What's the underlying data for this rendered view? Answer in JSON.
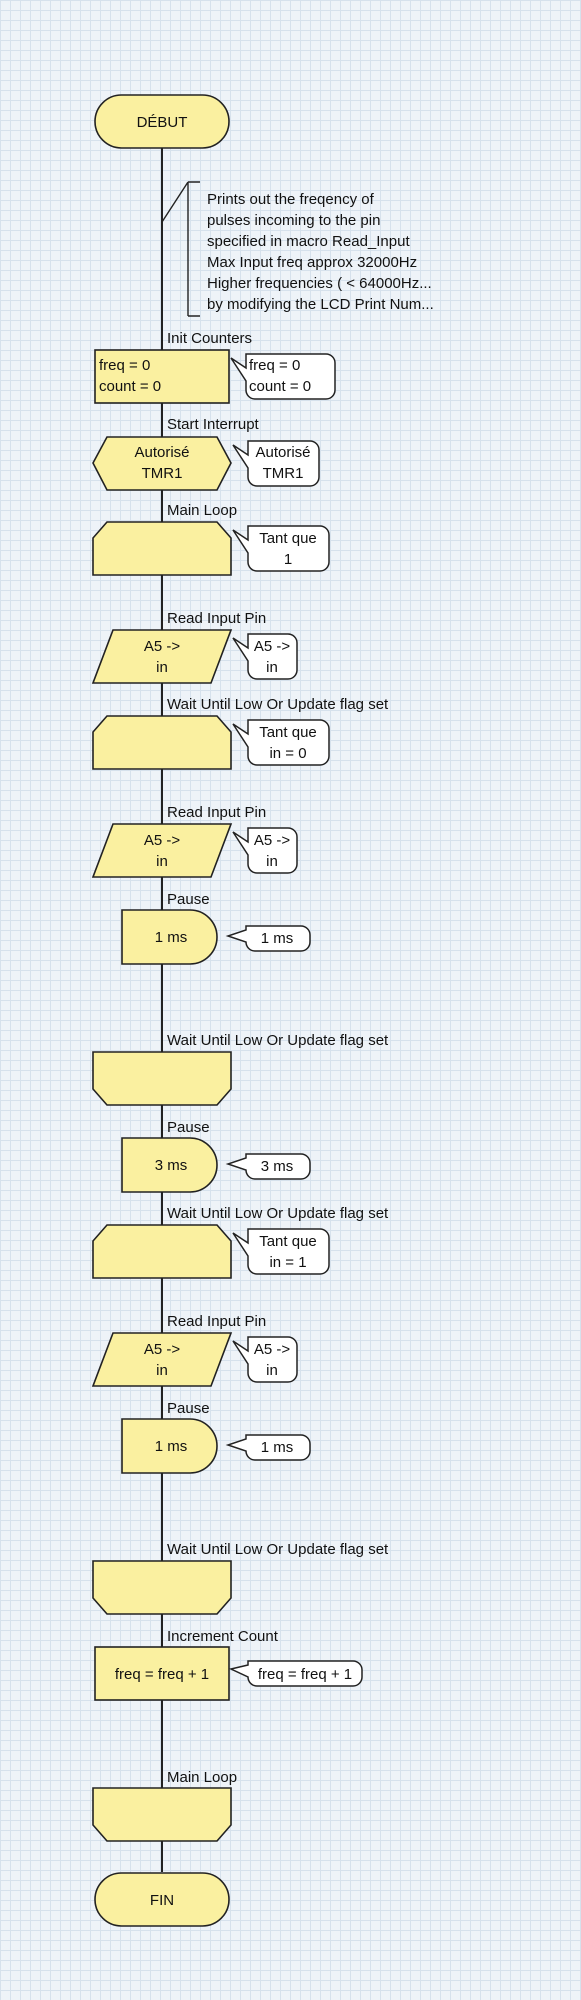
{
  "start": {
    "label": "DÉBUT"
  },
  "end": {
    "label": "FIN"
  },
  "comment": {
    "lines": [
      "Prints out the freqency of",
      "pulses incoming to the pin",
      "specified in macro Read_Input",
      "Max Input freq approx 32000Hz",
      "Higher frequencies ( < 64000Hz...",
      "by modifying the LCD Print Num..."
    ]
  },
  "steps": [
    {
      "title": "Init Counters",
      "box": [
        "freq = 0",
        "count = 0"
      ],
      "callout": [
        "freq = 0",
        "count = 0"
      ]
    },
    {
      "title": "Start Interrupt",
      "box": [
        "Autorisé",
        "TMR1"
      ],
      "callout": [
        "Autorisé",
        "TMR1"
      ]
    },
    {
      "title": "Main Loop",
      "callout": [
        "Tant que",
        "1"
      ]
    },
    {
      "title": "Read Input Pin",
      "box": [
        "A5 ->",
        "in"
      ],
      "callout": [
        "A5 ->",
        "in"
      ]
    },
    {
      "title": "Wait Until Low Or Update flag set",
      "callout": [
        "Tant que",
        "in = 0"
      ]
    },
    {
      "title": "Read Input Pin",
      "box": [
        "A5 ->",
        "in"
      ],
      "callout": [
        "A5 ->",
        "in"
      ]
    },
    {
      "title": "Pause",
      "box": [
        "1 ms"
      ],
      "callout": [
        "1 ms"
      ]
    },
    {
      "title": "Wait Until Low Or Update flag set"
    },
    {
      "title": "Pause",
      "box": [
        "3 ms"
      ],
      "callout": [
        "3 ms"
      ]
    },
    {
      "title": "Wait Until Low Or Update flag set",
      "callout": [
        "Tant que",
        "in = 1"
      ]
    },
    {
      "title": "Read Input Pin",
      "box": [
        "A5 ->",
        "in"
      ],
      "callout": [
        "A5 ->",
        "in"
      ]
    },
    {
      "title": "Pause",
      "box": [
        "1 ms"
      ],
      "callout": [
        "1 ms"
      ]
    },
    {
      "title": "Wait Until Low Or Update flag set"
    },
    {
      "title": "Increment Count",
      "box": [
        "freq = freq + 1"
      ],
      "callout": [
        "freq = freq + 1"
      ]
    },
    {
      "title": "Main Loop"
    }
  ],
  "colors": {
    "shape_fill": "#faf0a0",
    "callout_fill": "#ffffff",
    "stroke": "#222222",
    "grid": "#d6e1ec"
  }
}
